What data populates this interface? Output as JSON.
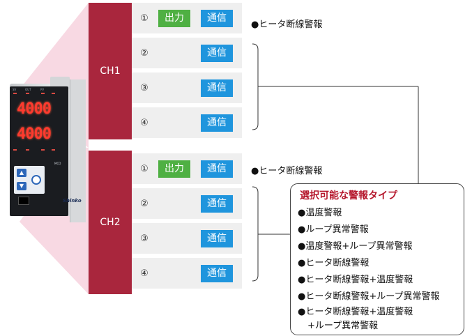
{
  "channels": [
    {
      "label": "CH1",
      "rows": [
        {
          "num": "①",
          "tags": {
            "output": "出力",
            "comm": "通信"
          },
          "note": "●ヒータ断線警報"
        },
        {
          "num": "②",
          "tags": {
            "comm": "通信"
          }
        },
        {
          "num": "③",
          "tags": {
            "comm": "通信"
          }
        },
        {
          "num": "④",
          "tags": {
            "comm": "通信"
          }
        }
      ]
    },
    {
      "label": "CH2",
      "rows": [
        {
          "num": "①",
          "tags": {
            "output": "出力",
            "comm": "通信"
          },
          "note": "●ヒータ断線警報"
        },
        {
          "num": "②",
          "tags": {
            "comm": "通信"
          }
        },
        {
          "num": "③",
          "tags": {
            "comm": "通信"
          }
        },
        {
          "num": "④",
          "tags": {
            "comm": "通信"
          }
        }
      ]
    }
  ],
  "alarm_box": {
    "title": "選択可能な警報タイプ",
    "items": [
      "●温度警報",
      "●ループ異常警報",
      "●温度警報+ループ異常警報",
      "●ヒータ断線警報",
      "●ヒータ断線警報+温度警報",
      "●ヒータ断線警報+ループ異常警報",
      "●ヒータ断線警報+温度警報",
      "+ループ異常警報"
    ]
  },
  "device": {
    "display_top": "4000",
    "display_bottom": "4000",
    "brand": "Shinko",
    "labels": {
      "sv": "SV",
      "out": "OUT",
      "pv": "PV",
      "model": "MCD"
    }
  },
  "colors": {
    "channel": "#a9263d",
    "output_tag": "#4fb043",
    "comm_tag": "#1f95dd",
    "alarm_title": "#b5172c",
    "wedge": "#f7d9e2"
  }
}
